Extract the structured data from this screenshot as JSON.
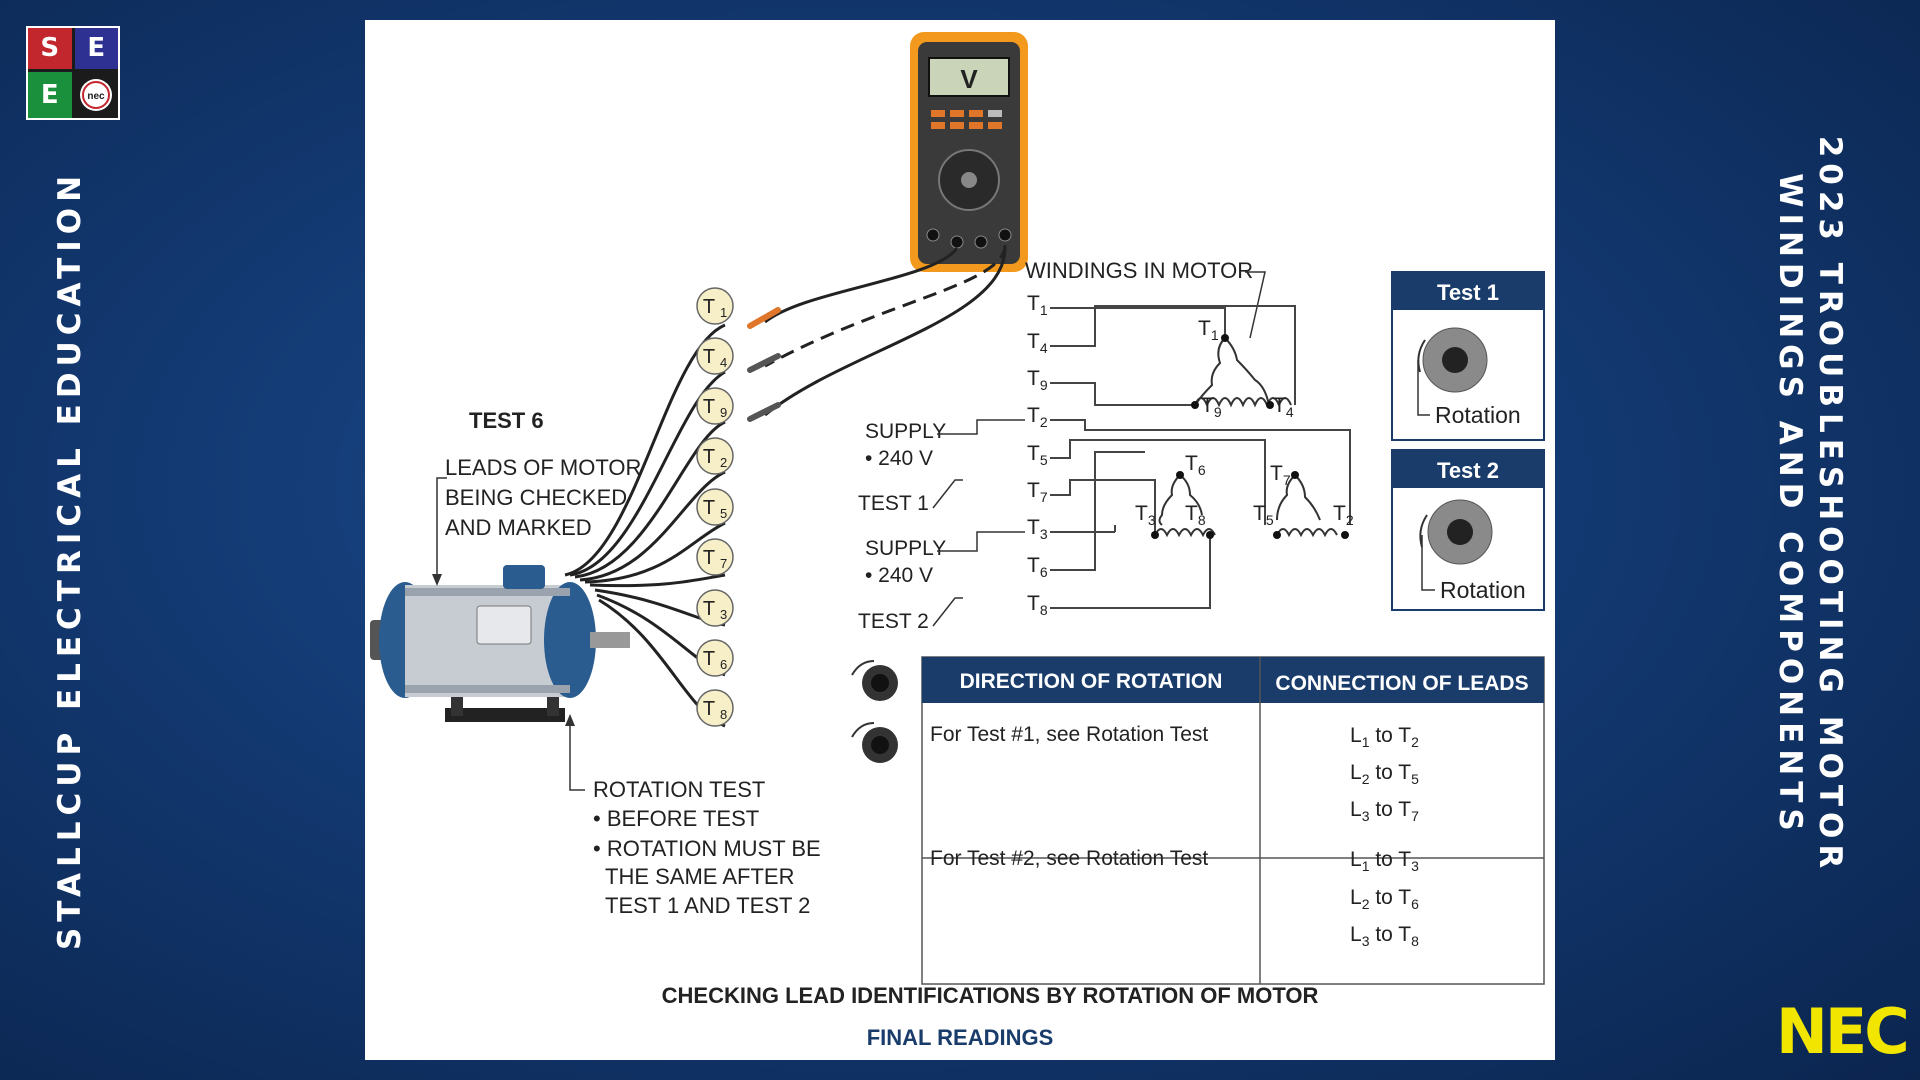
{
  "side": {
    "left": "STALLCUP ELECTRICAL EDUCATION",
    "right_line1": "2023 TROUBLESHOOTING MOTOR",
    "right_line2": "WINDINGS AND COMPONENTS"
  },
  "logo": {
    "cells": [
      "S",
      "E",
      "E",
      "nec"
    ]
  },
  "brand": {
    "corner": "NEC",
    "colors": {
      "yellow": "#f2e600",
      "navy": "#1a3c6b"
    }
  },
  "diagram": {
    "test_label": "TEST 6",
    "meter_reading": "V",
    "motor_leads_lines": [
      "LEADS OF MOTOR",
      "BEING CHECKED",
      "AND MARKED"
    ],
    "lead_tags": [
      "1",
      "4",
      "9",
      "2",
      "5",
      "7",
      "3",
      "6",
      "8"
    ],
    "windings_label": "WINDINGS IN MOTOR",
    "supply_label": "SUPPLY",
    "supply_voltage": "• 240 V",
    "test1_label": "TEST 1",
    "test2_label": "TEST 2",
    "rotation_lines": [
      "ROTATION TEST",
      "• BEFORE TEST",
      "• ROTATION MUST BE",
      "THE SAME AFTER",
      "TEST 1 AND TEST 2"
    ],
    "test_boxes": [
      {
        "title": "Test 1",
        "label": "Rotation"
      },
      {
        "title": "Test 2",
        "label": "Rotation"
      }
    ],
    "table": {
      "headers": [
        "DIRECTION OF ROTATION",
        "CONNECTION OF LEADS"
      ],
      "rows": [
        {
          "direction": "For Test #1, see Rotation Test",
          "connections": [
            [
              "1",
              "2"
            ],
            [
              "2",
              "5"
            ],
            [
              "3",
              "7"
            ]
          ]
        },
        {
          "direction": "For Test #2, see Rotation Test",
          "connections": [
            [
              "1",
              "3"
            ],
            [
              "2",
              "6"
            ],
            [
              "3",
              "8"
            ]
          ]
        }
      ]
    },
    "caption": "CHECKING LEAD IDENTIFICATIONS BY ROTATION OF MOTOR",
    "subcaption": "FINAL READINGS"
  }
}
